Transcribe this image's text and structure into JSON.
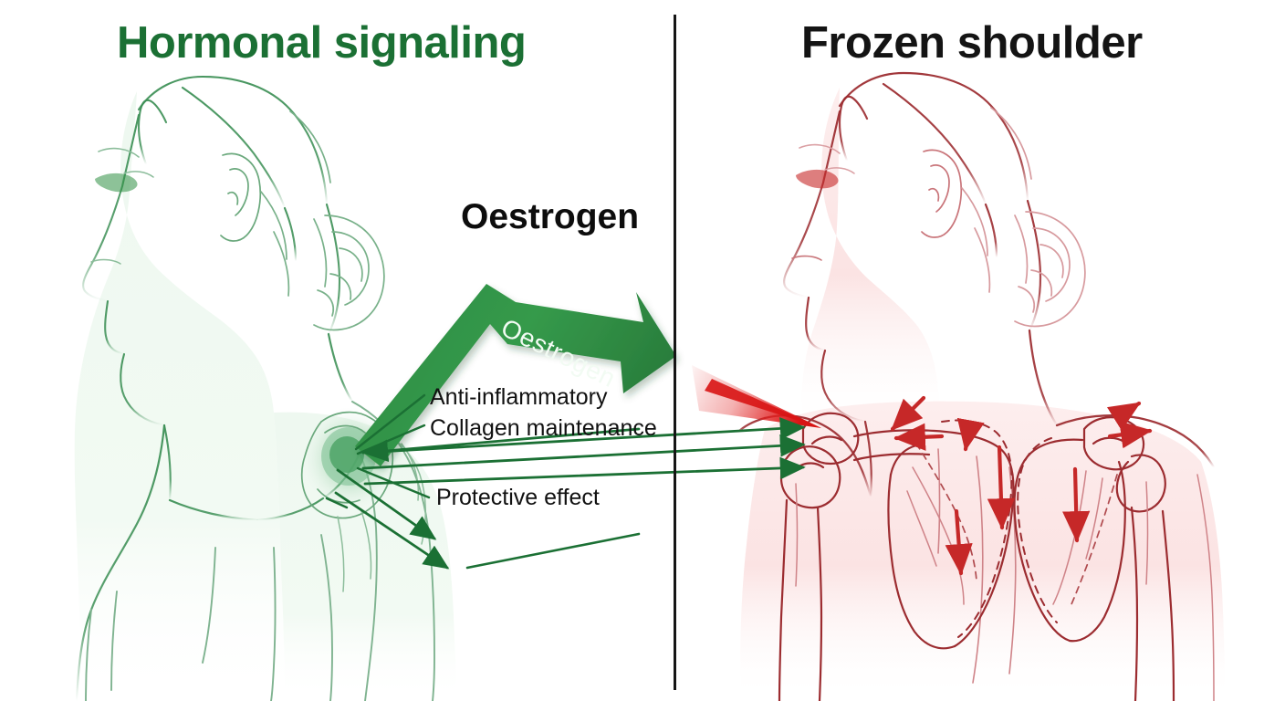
{
  "figure": {
    "type": "medical-infographic",
    "subject": "Oestrogen hormonal signaling and frozen shoulder (adhesive capsulitis)",
    "background_color": "#ffffff",
    "divider": {
      "color": "#151515",
      "orientation": "vertical"
    }
  },
  "panels": {
    "left": {
      "title": "Hormonal signaling",
      "title_color": "#1b7034",
      "accent_color": "#2f8f44",
      "illustration_name": "woman-profile-shoulder-green",
      "illustration_description": "Green line-art of a woman in profile with bun hairstyle, bare shoulder, glowing shoulder joint"
    },
    "right": {
      "title": "Frozen shoulder",
      "title_color": "#141414",
      "accent_color": "#c62828",
      "illustration_name": "woman-profile-shoulder-red",
      "illustration_description": "Red/pink line-art of the same woman from behind, with both scapulae and humeral heads outlined and red motion arrows showing restricted shoulder movement"
    }
  },
  "center": {
    "heading": "Oestrogen",
    "arrow_label": "Oestrogen",
    "arrow_color": "#2f8f44",
    "arrow_label_color": "#f2fbf3",
    "red_wedge_color": "#e02020"
  },
  "callouts": {
    "items": [
      {
        "label": "Anti-inflammatory",
        "color": "#111111"
      },
      {
        "label": "Collagen maintenance",
        "color": "#111111"
      },
      {
        "label": "Protective effect",
        "color": "#111111"
      }
    ]
  }
}
